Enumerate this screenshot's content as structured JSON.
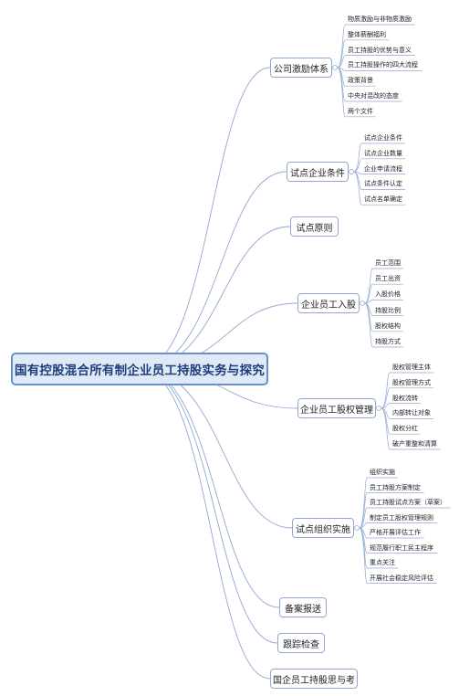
{
  "root": "国有控股混合所有制企业员工持股实务与探究",
  "branches": [
    {
      "id": "incentive",
      "label": "公司激励体系",
      "children": [
        "物质激励与非物质激励",
        "整体薪酬福利",
        "员工持股的优势与意义",
        "员工持股操作的四大流程",
        "政策背景",
        "中央对混改的态度",
        "两个文件"
      ]
    },
    {
      "id": "pilot-enterprise",
      "label": "试点企业条件",
      "children": [
        "试点企业条件",
        "试点企业数量",
        "企业申请流程",
        "试点条件认定",
        "试点名单确定"
      ]
    },
    {
      "id": "pilot-principle",
      "label": "试点原则",
      "children": []
    },
    {
      "id": "employee-shares",
      "label": "企业员工入股",
      "children": [
        "员工范围",
        "员工出资",
        "入股价格",
        "持股比例",
        "股权结构",
        "持股方式"
      ]
    },
    {
      "id": "equity-management",
      "label": "企业员工股权管理",
      "children": [
        "股权管理主体",
        "股权管理方式",
        "股权流转",
        "内部转让对象",
        "股权分红",
        "破产重整和清算"
      ]
    },
    {
      "id": "organization",
      "label": "试点组织实施",
      "children": [
        "组织实施",
        "员工持股方案制定",
        "员工持股试点方案（草案）",
        "制定员工股权管理规则",
        "严格开展评估工作",
        "规范履行职工民主程序",
        "重点关注",
        "开展社会稳定风险评估"
      ]
    },
    {
      "id": "filing",
      "label": "备案报送",
      "children": []
    },
    {
      "id": "tracking",
      "label": "跟踪检查",
      "children": []
    },
    {
      "id": "reflection",
      "label": "国企员工持股思与考",
      "children": []
    }
  ],
  "colors": {
    "link": "#8fa9d3",
    "root_border": "#6b8fc8",
    "root_fill": "#dfe9f7"
  }
}
